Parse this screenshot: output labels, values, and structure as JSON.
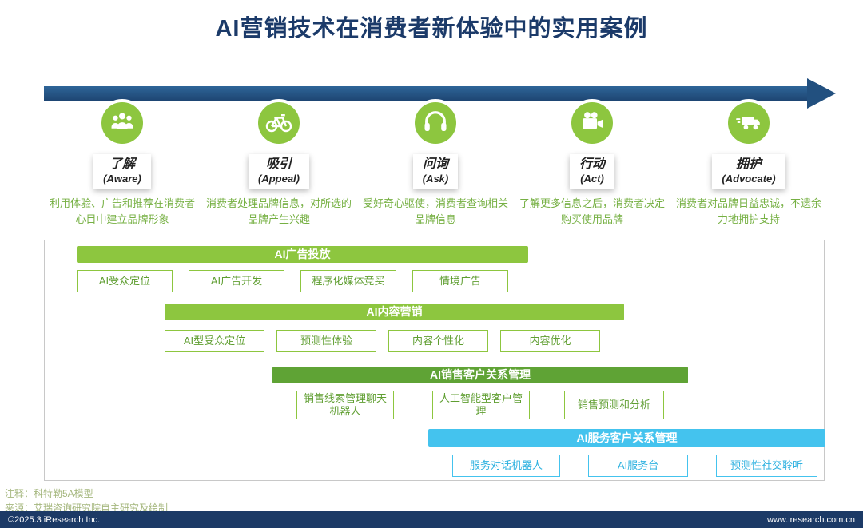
{
  "title": "AI营销技术在消费者新体验中的实用案例",
  "stages": [
    {
      "icon": "group-people-icon",
      "cn": "了解",
      "en": "(Aware)",
      "desc": "利用体验、广告和推荐在消费者心目中建立品牌形象"
    },
    {
      "icon": "bicycle-icon",
      "cn": "吸引",
      "en": "(Appeal)",
      "desc": "消费者处理品牌信息，对所选的品牌产生兴趣"
    },
    {
      "icon": "headphones-icon",
      "cn": "问询",
      "en": "(Ask)",
      "desc": "受好奇心驱使，消费者查询相关品牌信息"
    },
    {
      "icon": "video-camera-icon",
      "cn": "行动",
      "en": "(Act)",
      "desc": "了解更多信息之后，消费者决定购买使用品牌"
    },
    {
      "icon": "delivery-truck-icon",
      "cn": "拥护",
      "en": "(Advocate)",
      "desc": "消费者对品牌日益忠诚，不遗余力地拥护支持"
    }
  ],
  "matrix": {
    "rows": [
      {
        "header": "AI广告投放",
        "items": [
          "AI受众定位",
          "AI广告开发",
          "程序化媒体竞买",
          "情境广告"
        ]
      },
      {
        "header": "AI内容营销",
        "items": [
          "AI型受众定位",
          "预测性体验",
          "内容个性化",
          "内容优化"
        ]
      },
      {
        "header": "AI销售客户关系管理",
        "items": [
          "销售线索管理聊天机器人",
          "人工智能型客户管理",
          "销售预测和分析"
        ]
      },
      {
        "header": "AI服务客户关系管理",
        "items": [
          "服务对话机器人",
          "AI服务台",
          "预测性社交聆听"
        ]
      }
    ]
  },
  "notes": [
    "注释：科特勒5A模型",
    "来源：艾瑞咨询研究院自主研究及绘制"
  ],
  "footer": {
    "left": "©2025.3 iResearch Inc.",
    "right": "www.iresearch.com.cn"
  },
  "colors": {
    "navy": "#1c3a66",
    "green": "#8dc63f",
    "dark_green": "#5fa335",
    "cyan": "#44c3ee",
    "arrow_blue": "#22507f"
  }
}
